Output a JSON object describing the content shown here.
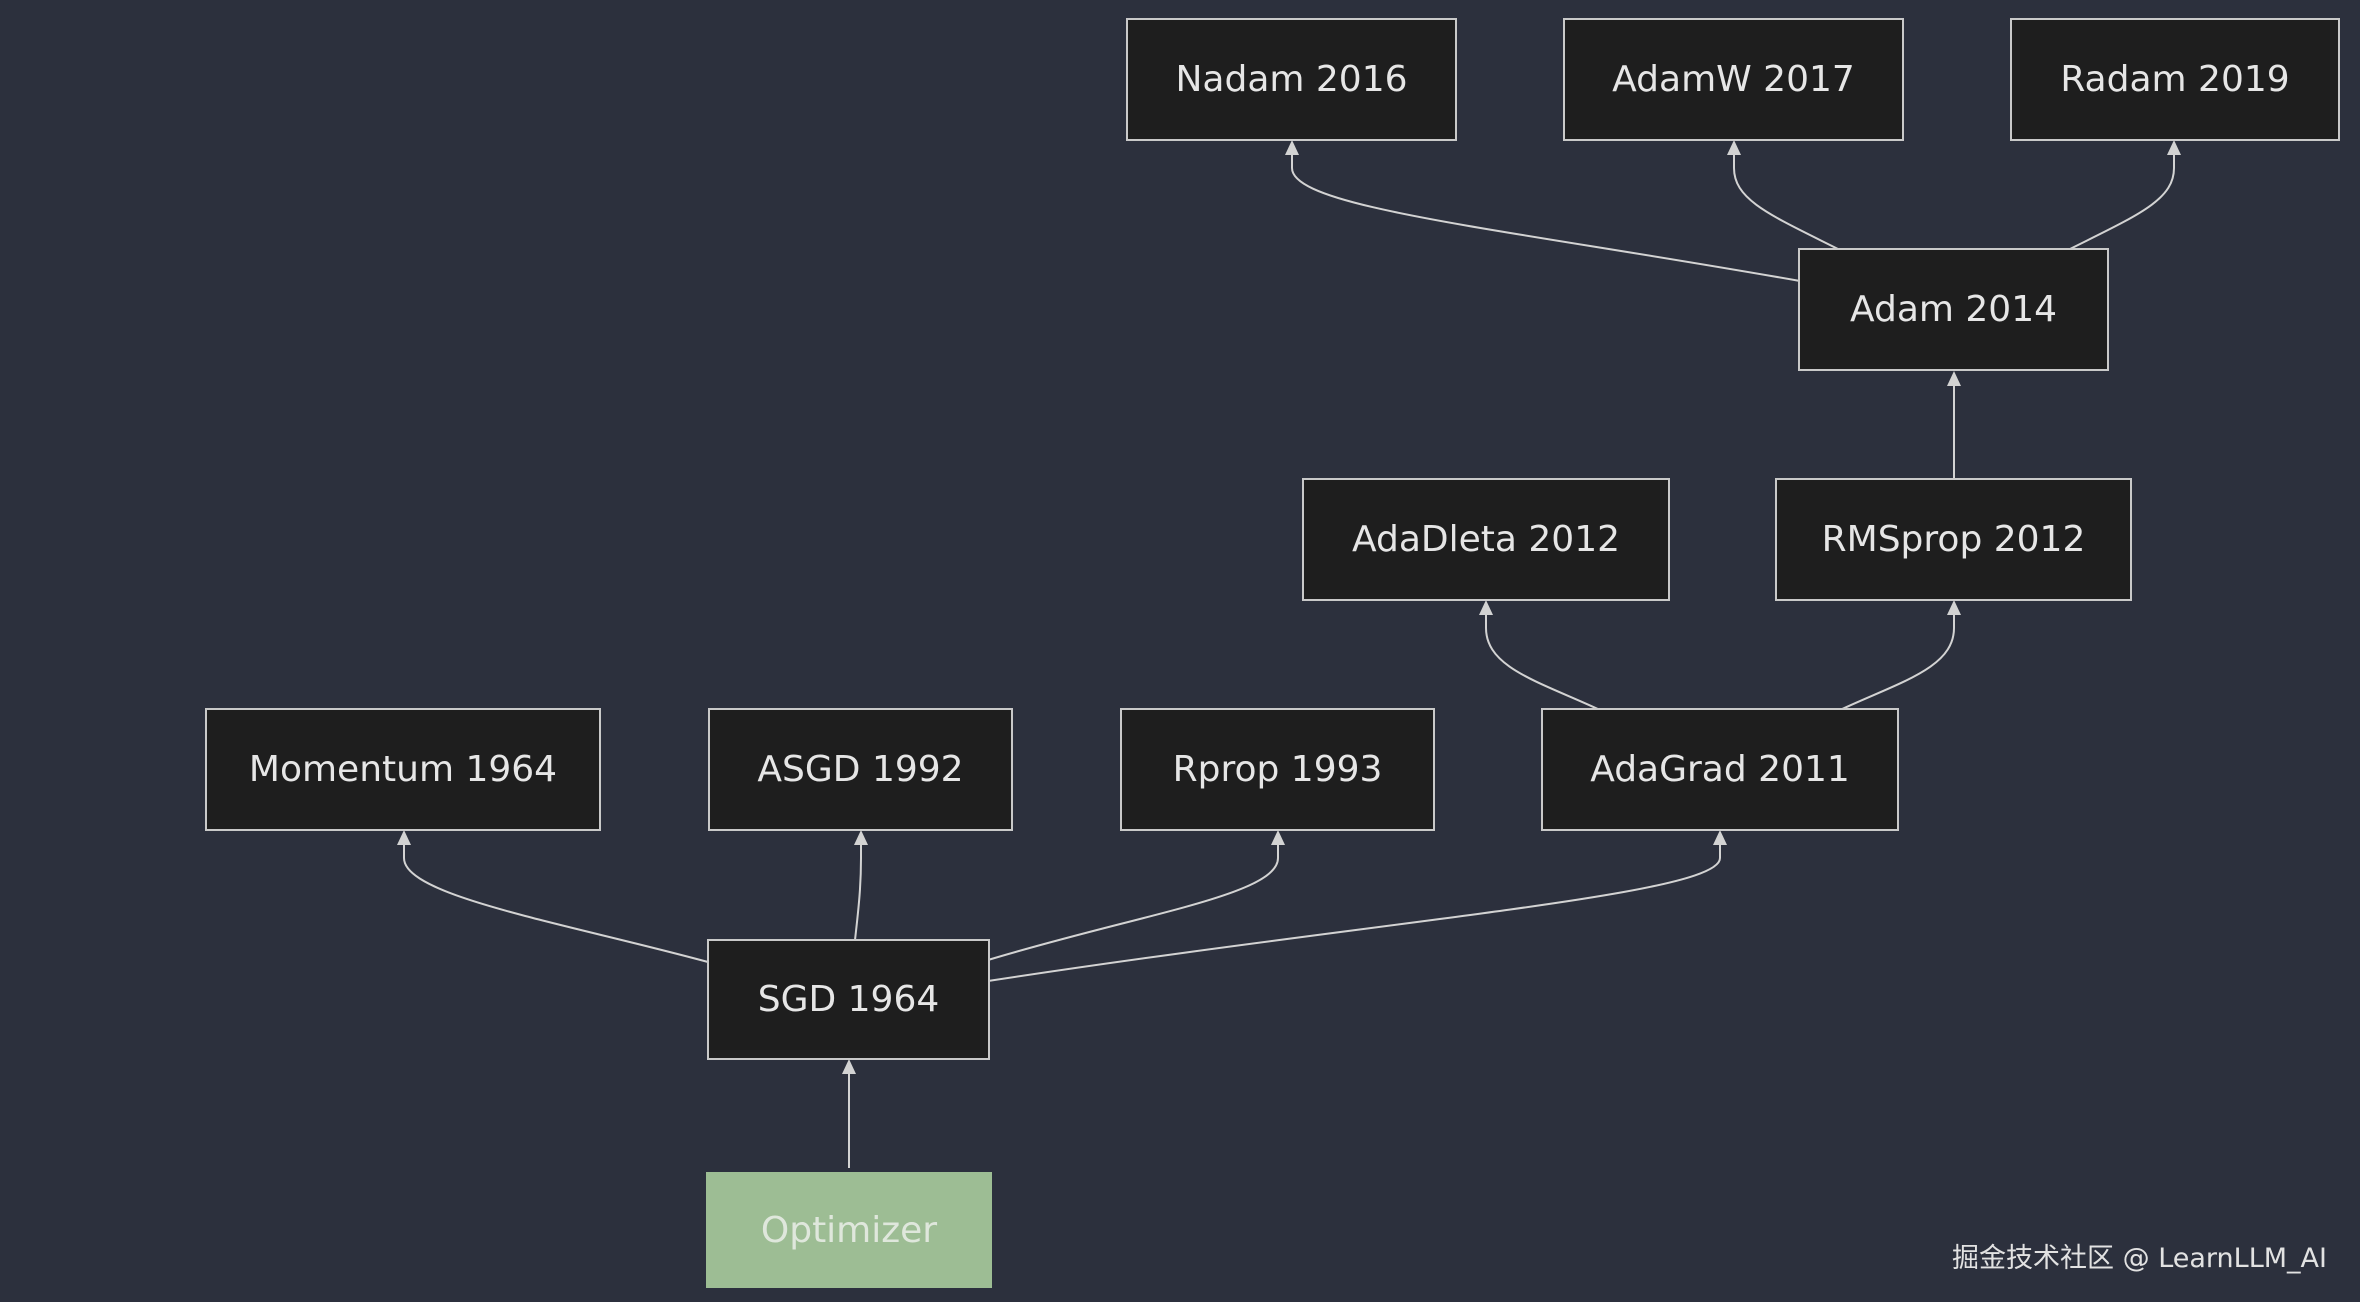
{
  "nodes": {
    "optimizer": "Optimizer",
    "sgd": "SGD 1964",
    "momentum": "Momentum 1964",
    "asgd": "ASGD 1992",
    "rprop": "Rprop 1993",
    "adagrad": "AdaGrad 2011",
    "adadleta": "AdaDleta 2012",
    "rmsprop": "RMSprop 2012",
    "adam": "Adam 2014",
    "nadam": "Nadam 2016",
    "adamw": "AdamW 2017",
    "radam": "Radam 2019"
  },
  "edges": [
    [
      "optimizer",
      "sgd"
    ],
    [
      "sgd",
      "momentum"
    ],
    [
      "sgd",
      "asgd"
    ],
    [
      "sgd",
      "rprop"
    ],
    [
      "sgd",
      "adagrad"
    ],
    [
      "adagrad",
      "adadleta"
    ],
    [
      "adagrad",
      "rmsprop"
    ],
    [
      "rmsprop",
      "adam"
    ],
    [
      "adam",
      "nadam"
    ],
    [
      "adam",
      "adamw"
    ],
    [
      "adam",
      "radam"
    ]
  ],
  "colors": {
    "background": "#2c303d",
    "node_fill": "#1e1e1e",
    "node_border": "#c9c9c9",
    "root_fill": "#9dbd94",
    "edge": "#d3d3d3"
  },
  "watermark": "掘金技术社区 @ LearnLLM_AI"
}
